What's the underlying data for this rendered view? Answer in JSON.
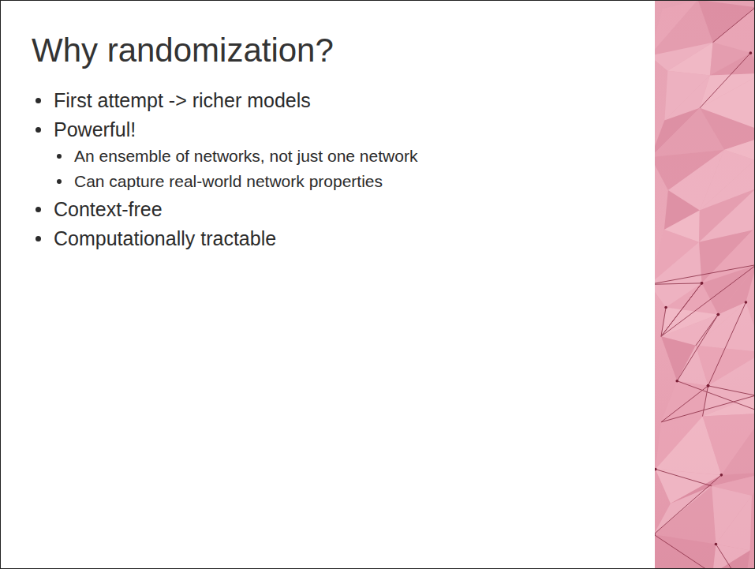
{
  "diagram": {
    "title": "Why randomization?",
    "labels": [
      "First attempt -> richer models",
      "Powerful!",
      "An ensemble of networks, not just one network",
      "Can capture real-world network properties",
      "Context-free",
      "Computationally tractable"
    ]
  }
}
